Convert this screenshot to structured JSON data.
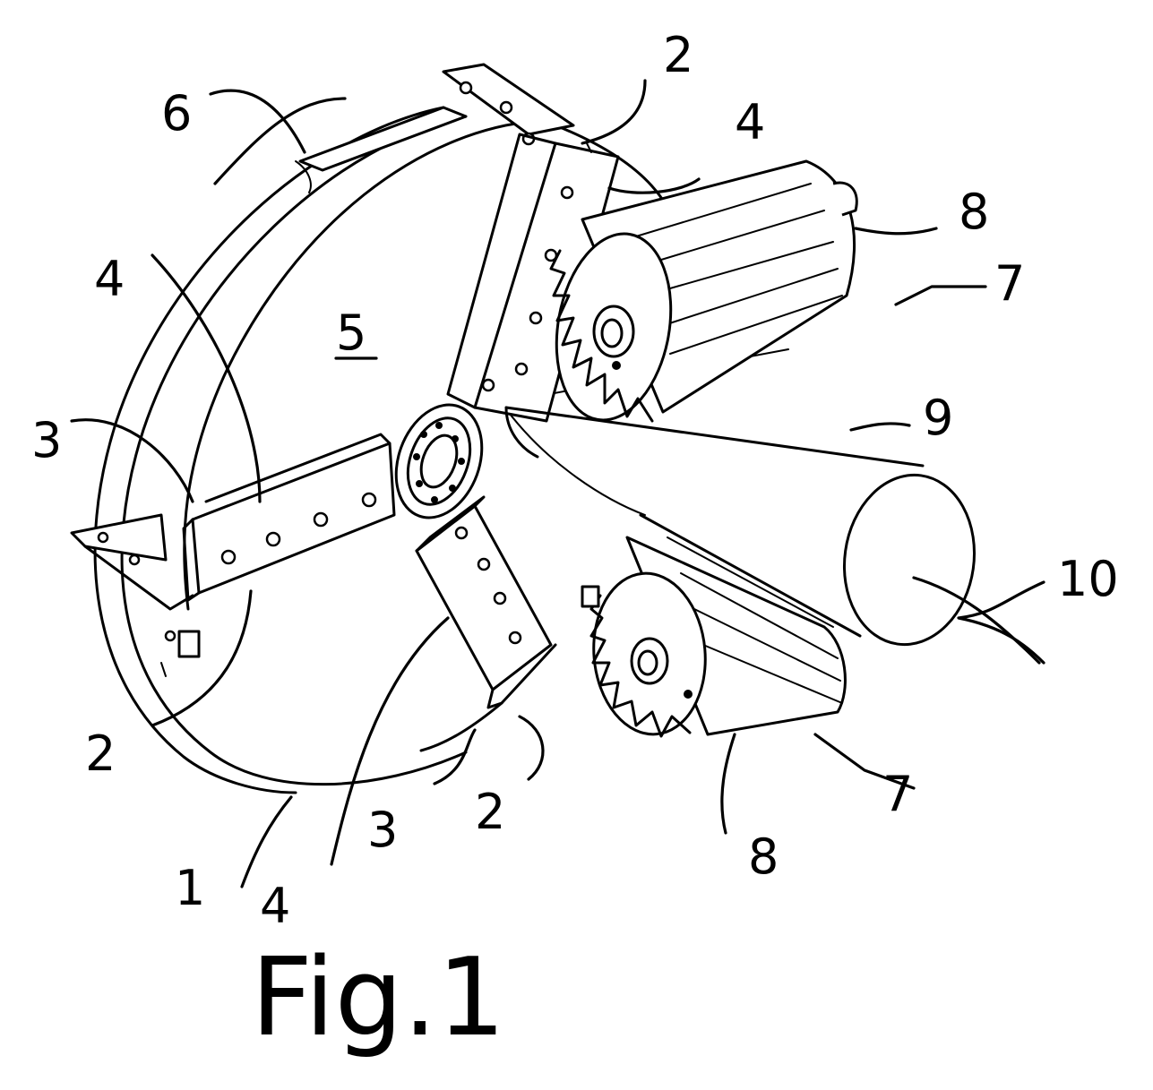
{
  "figure": {
    "caption": "Fig.1",
    "reference_numerals": [
      "1",
      "2",
      "3",
      "4",
      "5",
      "6",
      "7",
      "8",
      "9",
      "10"
    ]
  },
  "labels": {
    "n1": "1",
    "n2_top": "2",
    "n2_left": "2",
    "n2_bottom": "2",
    "n3_left": "3",
    "n3_bottom": "3",
    "n4_left": "4",
    "n4_top": "4",
    "n4_bottom": "4",
    "n5": "5",
    "n6": "6",
    "n7_top": "7",
    "n7_bottom": "7",
    "n8_top": "8",
    "n8_bottom": "8",
    "n9": "9",
    "n10": "10"
  }
}
